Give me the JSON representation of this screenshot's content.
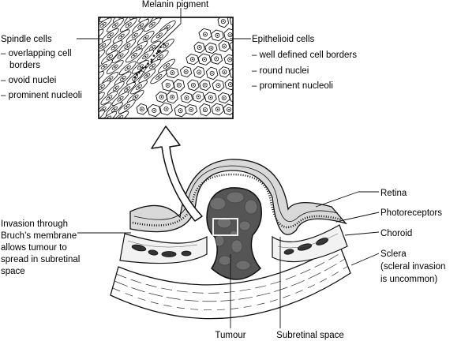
{
  "labels": {
    "melanin": "Melanin pigment",
    "spindle": {
      "title": "Spindle cells",
      "items": [
        "– overlapping cell",
        "borders",
        "– ovoid nuclei",
        "– prominent nucleoli"
      ]
    },
    "epithelioid": {
      "title": "Epithelioid cells",
      "items": [
        "– well defined cell borders",
        "– round nuclei",
        "– prominent nucleoli"
      ]
    },
    "invasion": [
      "Invasion through",
      "Bruch’s membrane",
      "allows tumour to",
      "spread in subretinal",
      "space"
    ],
    "retina": "Retina",
    "photoreceptors": "Photoreceptors",
    "choroid": "Choroid",
    "sclera": [
      "Sclera",
      "(scleral invasion",
      "is uncommon)"
    ],
    "tumour": "Tumour",
    "subretinal": "Subretinal space"
  },
  "colors": {
    "line": "#111111",
    "tumour_fill": "#555555",
    "tumour_lobule": "#6e6e6e",
    "retina_fill": "#d9d9d9",
    "choroid_fill": "#f2f2f2"
  }
}
